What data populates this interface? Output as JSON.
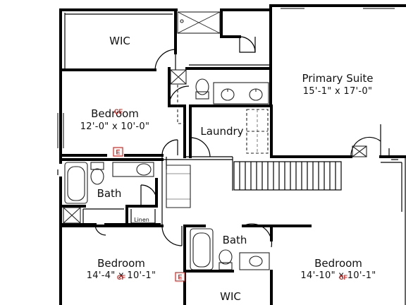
{
  "rooms": {
    "wic_top": "WIC",
    "primary_suite": {
      "name": "Primary Suite",
      "size": "15'-1\" x 17'-0\""
    },
    "bedroom_1": {
      "name": "Bedroom",
      "size": "12'-0\" x 10'-0\""
    },
    "laundry": "Laundry",
    "bath_1": "Bath",
    "linen": "Linen",
    "bedroom_2": {
      "name": "Bedroom",
      "size": "14'-4\" x 10'-1\""
    },
    "bath_2": "Bath",
    "bedroom_3": {
      "name": "Bedroom",
      "size": "14'-10\" x 10'-1\""
    },
    "wic_bottom": "WIC"
  },
  "markers": {
    "e_label": "E",
    "cf_label": "CF"
  },
  "colors": {
    "wall": "#000000",
    "fixture": "#222222",
    "marker": "#e0211b"
  }
}
